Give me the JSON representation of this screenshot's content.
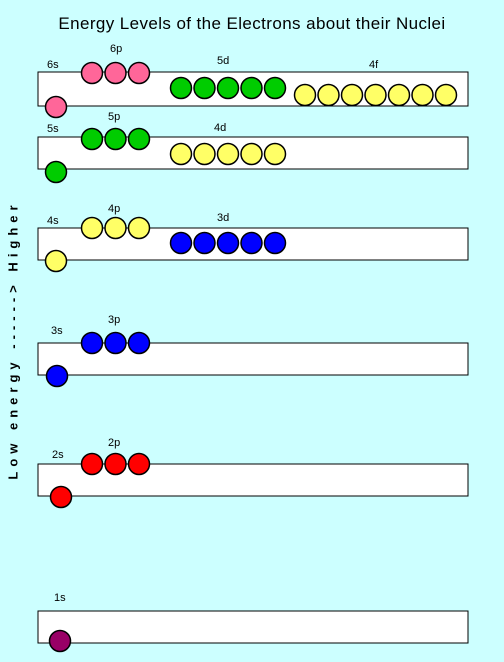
{
  "title": "Energy Levels of the Electrons about their Nuclei",
  "axis_label": "Low energy ------> Higher",
  "colors": {
    "background": "#ccffff",
    "box_fill": "#ffffff",
    "s1": "#990066",
    "s2": "#ff0000",
    "p2": "#ff0000",
    "s3": "#0000ff",
    "p3": "#0000ff",
    "s4": "#ffff66",
    "p4": "#ffff66",
    "d3": "#0000ff",
    "s5": "#00cc00",
    "p5": "#00cc00",
    "d4": "#ffff66",
    "s6": "#ff6699",
    "p6": "#ff6699",
    "d5": "#00cc00",
    "f4": "#ffff66"
  },
  "levels": [
    {
      "shell": 6,
      "subshells": [
        {
          "label": "6s",
          "count": 1,
          "color": "s6"
        },
        {
          "label": "6p",
          "count": 3,
          "color": "p6"
        },
        {
          "label": "5d",
          "count": 5,
          "color": "d5"
        },
        {
          "label": "4f",
          "count": 7,
          "color": "f4"
        }
      ]
    },
    {
      "shell": 5,
      "subshells": [
        {
          "label": "5s",
          "count": 1,
          "color": "s5"
        },
        {
          "label": "5p",
          "count": 3,
          "color": "p5"
        },
        {
          "label": "4d",
          "count": 5,
          "color": "d4"
        }
      ]
    },
    {
      "shell": 4,
      "subshells": [
        {
          "label": "4s",
          "count": 1,
          "color": "s4"
        },
        {
          "label": "4p",
          "count": 3,
          "color": "p4"
        },
        {
          "label": "3d",
          "count": 5,
          "color": "d3"
        }
      ]
    },
    {
      "shell": 3,
      "subshells": [
        {
          "label": "3s",
          "count": 1,
          "color": "s3"
        },
        {
          "label": "3p",
          "count": 3,
          "color": "p3"
        }
      ]
    },
    {
      "shell": 2,
      "subshells": [
        {
          "label": "2s",
          "count": 1,
          "color": "s2"
        },
        {
          "label": "2p",
          "count": 3,
          "color": "p2"
        }
      ]
    },
    {
      "shell": 1,
      "subshells": [
        {
          "label": "1s",
          "count": 1,
          "color": "s1"
        }
      ]
    }
  ]
}
